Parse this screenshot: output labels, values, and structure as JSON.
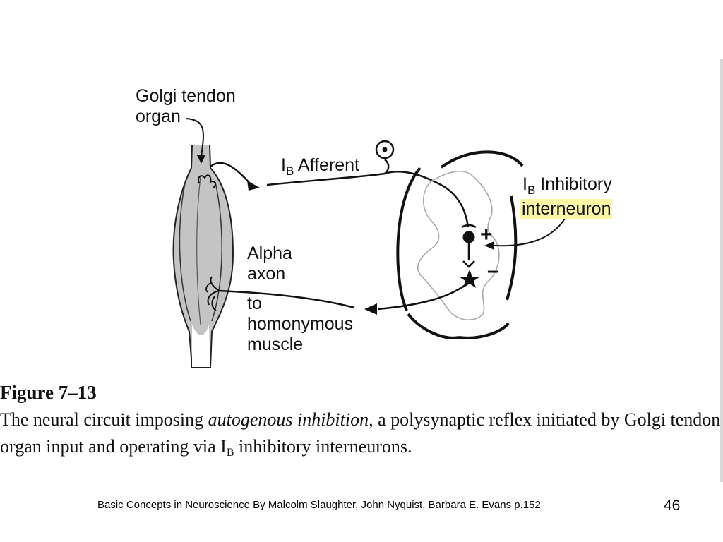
{
  "diagram": {
    "golgi_label_1": "Golgi tendon",
    "golgi_label_2": "organ",
    "afferent_prefix": "I",
    "afferent_sub": "B",
    "afferent_word": "Afferent",
    "inhib_prefix": "I",
    "inhib_sub": "B",
    "inhib_word": "Inhibitory",
    "interneuron": "interneuron",
    "alpha_1": "Alpha",
    "alpha_2": "axon",
    "to_1": "to",
    "to_2": "homonymous",
    "to_3": "muscle",
    "plus_sign": "+",
    "minus_sign": "–"
  },
  "figure": {
    "title": "Figure 7–13",
    "caption_part1": "The neural circuit imposing ",
    "caption_italic": "autogenous inhibition,",
    "caption_part2": " a polysynaptic reflex initiated by Golgi tendon organ input and operating via I",
    "caption_sub": "B",
    "caption_part3": " inhibitory interneurons."
  },
  "footer": {
    "citation": "Basic Concepts in Neuroscience  By Malcolm Slaughter, John Nyquist, Barbara E. Evans p.152",
    "page_number": "46"
  },
  "colors": {
    "highlight": "#fbf7a6",
    "muscle_fill": "#c4c4c4",
    "grey_matter": "#a8a8a8"
  }
}
